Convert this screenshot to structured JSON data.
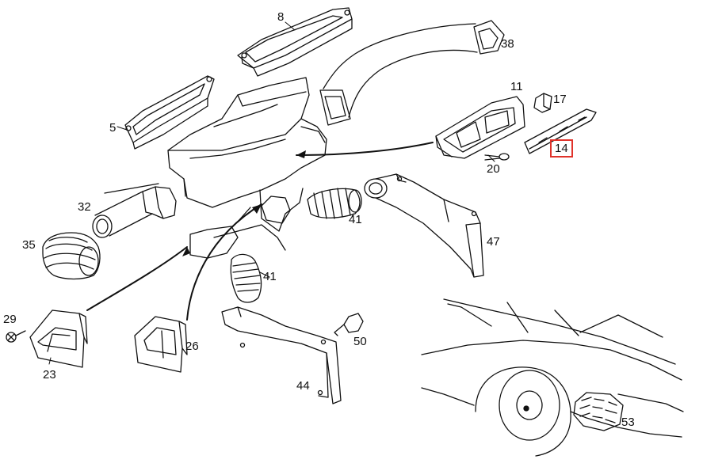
{
  "diagram": {
    "line_color": "#111111",
    "highlight_color": "#e0332b",
    "selected_part": "14",
    "parts": [
      {
        "id": "p8",
        "number": "8"
      },
      {
        "id": "p38",
        "number": "38"
      },
      {
        "id": "p11",
        "number": "11"
      },
      {
        "id": "p17",
        "number": "17"
      },
      {
        "id": "p14",
        "number": "14"
      },
      {
        "id": "p20",
        "number": "20"
      },
      {
        "id": "p5",
        "number": "5"
      },
      {
        "id": "p32",
        "number": "32"
      },
      {
        "id": "p41a",
        "number": "41"
      },
      {
        "id": "p47",
        "number": "47"
      },
      {
        "id": "p35",
        "number": "35"
      },
      {
        "id": "p41b",
        "number": "41"
      },
      {
        "id": "p29",
        "number": "29"
      },
      {
        "id": "p26",
        "number": "26"
      },
      {
        "id": "p50",
        "number": "50"
      },
      {
        "id": "p23",
        "number": "23"
      },
      {
        "id": "p44",
        "number": "44"
      },
      {
        "id": "p53",
        "number": "53"
      }
    ]
  }
}
